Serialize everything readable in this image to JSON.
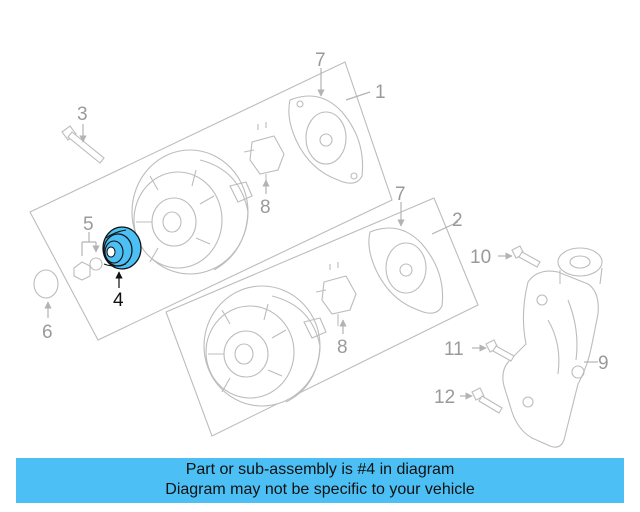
{
  "callouts": {
    "c1": "1",
    "c2": "2",
    "c3": "3",
    "c4": "4",
    "c5": "5",
    "c6": "6",
    "c7a": "7",
    "c7b": "7",
    "c8a": "8",
    "c8b": "8",
    "c9": "9",
    "c10": "10",
    "c11": "11",
    "c12": "12"
  },
  "highlighted_part": "4",
  "colors": {
    "highlight": "#4cc0f5",
    "banner": "#4cc0f5",
    "line": "#b3b3b3"
  },
  "banner": {
    "line1": "Part or sub-assembly is #4 in diagram",
    "line2": "Diagram may not be specific to your vehicle"
  }
}
